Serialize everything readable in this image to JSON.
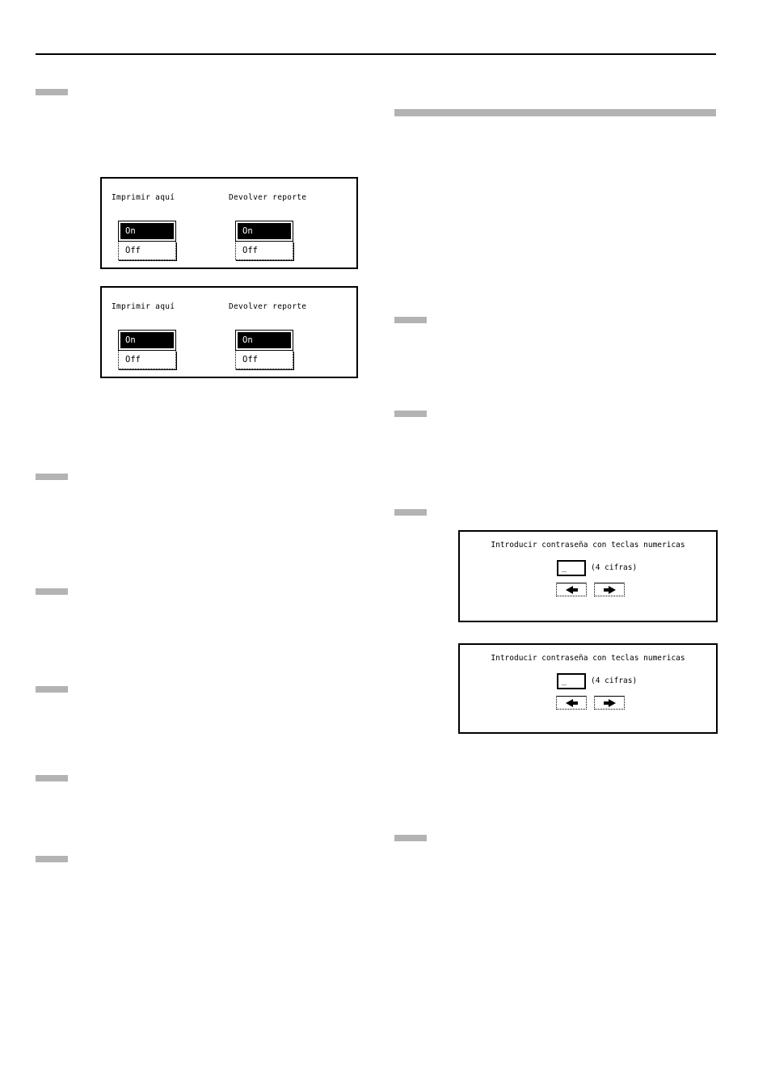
{
  "colors": {
    "ink": "#000000",
    "redacted_bar_gray": "#b3b3b3",
    "screen_bg": "#ffffff"
  },
  "on_off_panels": [
    {
      "label_left": "Imprimir aquí",
      "label_right": "Devolver reporte",
      "on_label": "On",
      "off_label": "Off"
    },
    {
      "label_left": "Imprimir aquí",
      "label_right": "Devolver reporte",
      "on_label": "On",
      "off_label": "Off"
    }
  ],
  "password_panels": [
    {
      "title": "Introducir contraseña con teclas numericas",
      "field_value": "_",
      "hint": "(4 cifras)",
      "left_arrow": "left-arrow",
      "right_arrow": "right-arrow"
    },
    {
      "title": "Introducir contraseña con teclas numericas",
      "field_value": "_",
      "hint": "(4 cifras)",
      "left_arrow": "left-arrow",
      "right_arrow": "right-arrow"
    }
  ]
}
